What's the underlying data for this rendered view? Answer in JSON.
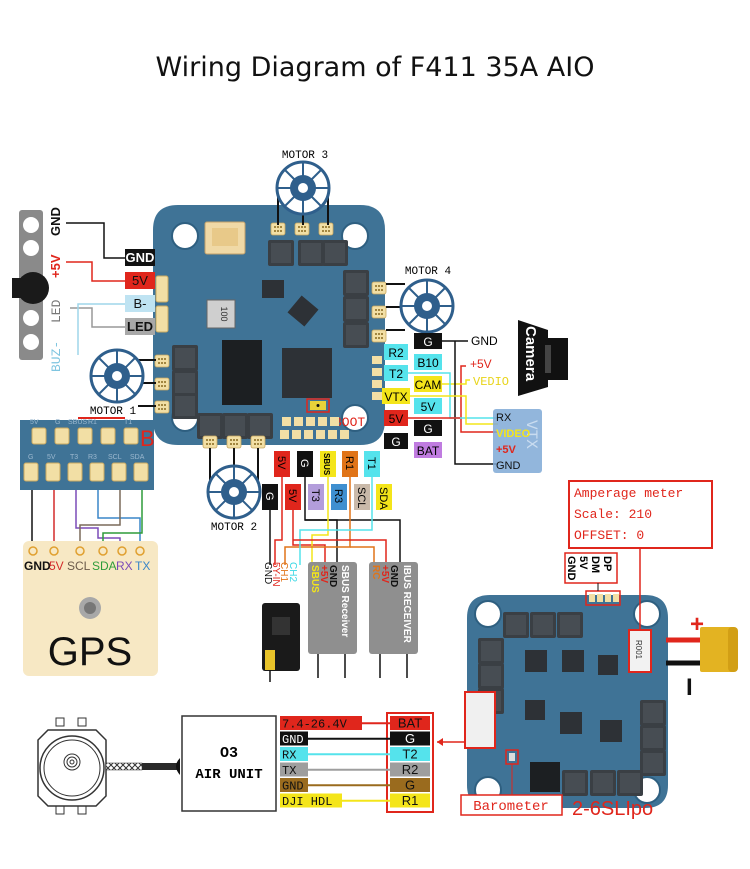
{
  "title": "Wiring Diagram of F411 35A AIO",
  "colors": {
    "board": "#3f7396",
    "board_dark": "#2e5f80",
    "motor": "#2f5f8c",
    "red": "#e0261c",
    "cyan": "#55e3ec",
    "yellow": "#f4e51a",
    "black": "#111111",
    "gray": "#9e9e9e",
    "purple": "#c07ce0",
    "orange": "#e07418",
    "blue": "#3e8fd0",
    "lavender": "#b39ddb",
    "tan": "#c9b9a9",
    "brown": "#9a6b1e",
    "gps_bg": "#f7e8c4",
    "receiver_gray": "#8f8f8f",
    "vtx_box": "#7fa9d6",
    "annotation_red": "#e0261c"
  },
  "motors": [
    {
      "id": "motor1",
      "label": "MOTOR 1"
    },
    {
      "id": "motor2",
      "label": "MOTOR 2"
    },
    {
      "id": "motor3",
      "label": "MOTOR 3"
    },
    {
      "id": "motor4",
      "label": "MOTOR 4"
    }
  ],
  "buzzer": {
    "pin_labels": [
      "GND",
      "+5V",
      "LED",
      "BUZ-"
    ],
    "board_pads": [
      {
        "label": "GND",
        "color": "black"
      },
      {
        "label": "5V",
        "color": "red"
      },
      {
        "label": "B-",
        "color": "lightblue"
      },
      {
        "label": "LED",
        "color": "gray"
      }
    ]
  },
  "right_pads": {
    "left_col": [
      {
        "label": "R2",
        "color": "cyan"
      },
      {
        "label": "T2",
        "color": "cyan"
      },
      {
        "label": "VTX",
        "color": "yellow"
      },
      {
        "label": "5V",
        "color": "red"
      },
      {
        "label": "G",
        "color": "black"
      }
    ],
    "right_col": [
      {
        "label": "G",
        "color": "black"
      },
      {
        "label": "B10",
        "color": "cyan"
      },
      {
        "label": "CAM",
        "color": "yellow"
      },
      {
        "label": "5V",
        "color": "cyan"
      },
      {
        "label": "G",
        "color": "black"
      },
      {
        "label": "BAT",
        "color": "purple"
      }
    ]
  },
  "camera": {
    "label": "Camera",
    "wires": [
      {
        "label": "GND"
      },
      {
        "label": "+5V"
      },
      {
        "label": "VEDIO"
      }
    ]
  },
  "vtx": {
    "label": "VTX",
    "pins": [
      "RX",
      "VIDEO",
      "+5V",
      "GND"
    ]
  },
  "boot_label": "BOOT",
  "bottom_pads": {
    "row1": [
      {
        "label": "5V",
        "color": "red"
      },
      {
        "label": "G",
        "color": "black"
      },
      {
        "label": "SBUS",
        "color": "yellow"
      },
      {
        "label": "R1",
        "color": "orange"
      },
      {
        "label": "T1",
        "color": "cyan"
      }
    ],
    "row2": [
      {
        "label": "G",
        "color": "black"
      },
      {
        "label": "5V",
        "color": "red"
      },
      {
        "label": "T3",
        "color": "lavender"
      },
      {
        "label": "R3",
        "color": "blue"
      },
      {
        "label": "SCL",
        "color": "tan"
      },
      {
        "label": "SDA",
        "color": "yellow"
      }
    ]
  },
  "elrs_receiver": {
    "pins": [
      "GND",
      "5Y-IN",
      "CH1",
      "CH2"
    ]
  },
  "sbus_receiver": {
    "label": "SBUS Receiver",
    "pins": [
      "SBUS",
      "+5V",
      "GND"
    ]
  },
  "ibus_receiver": {
    "label": "IBUS RECEIVER",
    "pins": [
      "RC",
      "+5V",
      "GND"
    ]
  },
  "gps_connector": {
    "top_labels": [
      "5V",
      "G",
      "SBUS",
      "R1",
      "T1"
    ],
    "bottom_labels": [
      "G",
      "5V",
      "T3",
      "R3",
      "SCL",
      "SDA"
    ],
    "accent_label": "B"
  },
  "gps": {
    "label": "GPS",
    "pins": [
      {
        "label": "GND",
        "color": "#111111"
      },
      {
        "label": "5V",
        "color": "#d22b2b"
      },
      {
        "label": "SCL",
        "color": "#6b5a4a"
      },
      {
        "label": "SDA",
        "color": "#2e9c3a"
      },
      {
        "label": "RX",
        "color": "#7b4bb8"
      },
      {
        "label": "TX",
        "color": "#3a86c8"
      }
    ]
  },
  "air_unit": {
    "line1": "O3",
    "line2": "AIR UNIT",
    "wires": [
      {
        "left": "7.4-26.4V",
        "right": "BAT",
        "color": "#e0261c",
        "text": "#111",
        "rtext": "#111"
      },
      {
        "left": "GND",
        "right": "G",
        "color": "#111111",
        "text": "#fff",
        "rtext": "#fff"
      },
      {
        "left": "RX",
        "right": "T2",
        "color": "#55e3ec",
        "text": "#111",
        "rtext": "#111"
      },
      {
        "left": "TX",
        "right": "R2",
        "color": "#9e9e9e",
        "text": "#111",
        "rtext": "#111"
      },
      {
        "left": "GND",
        "right": "G",
        "color": "#9a6b1e",
        "text": "#111",
        "rtext": "#111"
      },
      {
        "left": "DJI HDL",
        "right": "R1",
        "color": "#f4e51a",
        "text": "#111",
        "rtext": "#111"
      }
    ]
  },
  "amperage": {
    "line1": "Amperage meter",
    "line2": "Scale: 210",
    "line3": "OFFSET: 0"
  },
  "usb_pins": [
    "GND",
    "5V",
    "DM",
    "DP"
  ],
  "shunt_label": "R001",
  "inductor_label": "100",
  "barometer_label": "Barometer",
  "battery_label": "2-6SLIpo",
  "battery_plus": "+",
  "battery_minus": "I"
}
